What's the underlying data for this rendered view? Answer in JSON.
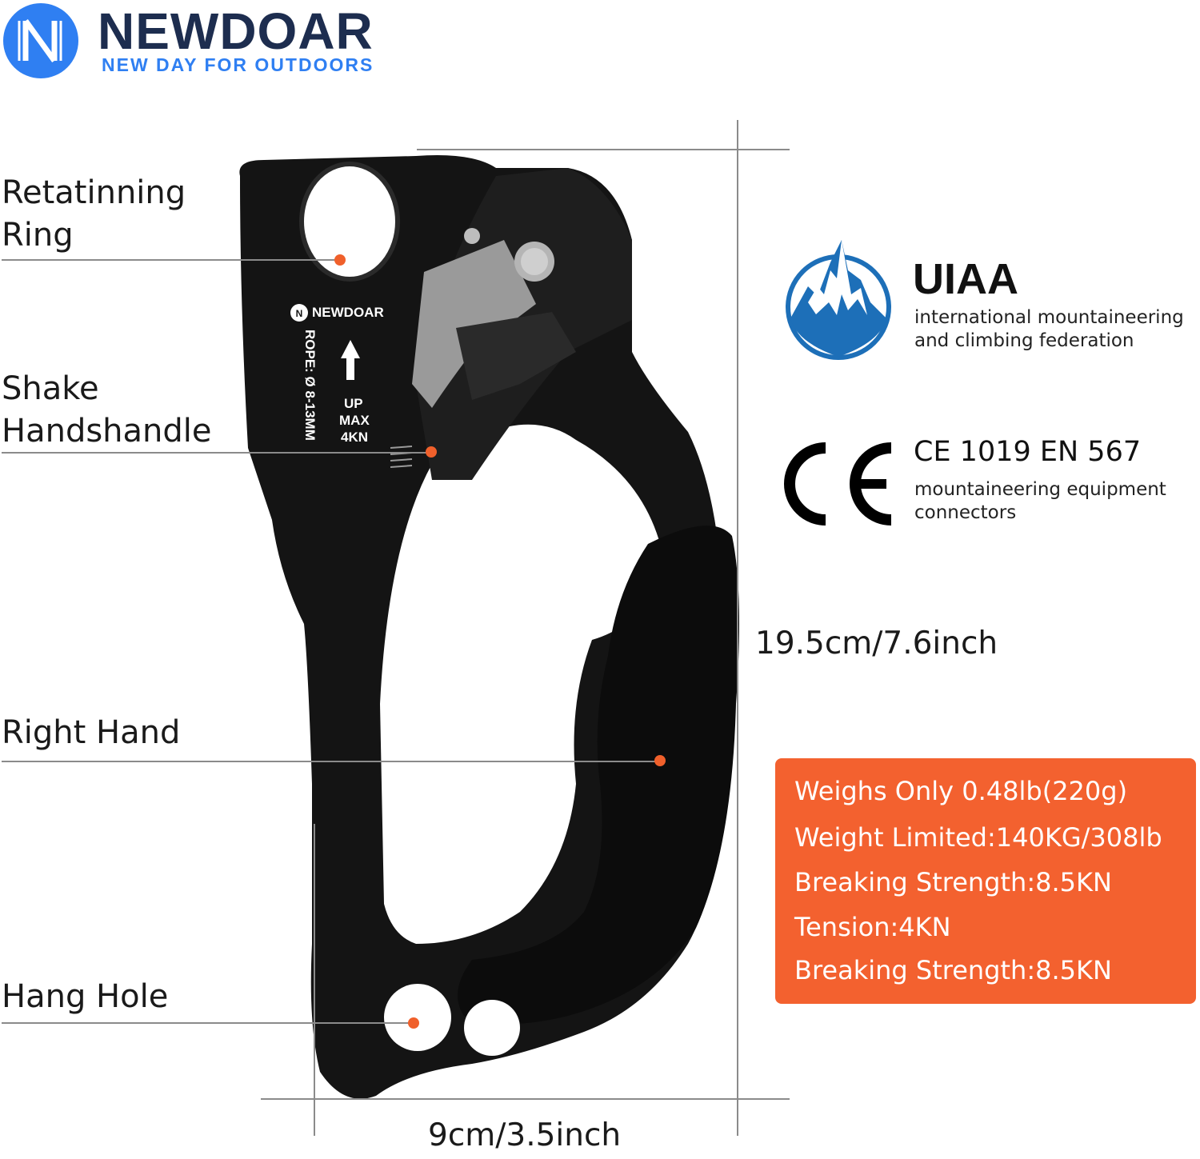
{
  "brand": {
    "name": "NEWDOAR",
    "tagline": "NEW DAY FOR OUTDOORS"
  },
  "callouts": {
    "retaining_ring": [
      "Retatinning",
      "Ring"
    ],
    "shake_handle": [
      "Shake",
      "Handshandle"
    ],
    "right_hand": "Right Hand",
    "hang_hole": "Hang Hole"
  },
  "device_engraving": {
    "brand": "NEWDOAR",
    "rope": "ROPE: Ø 8-13MM",
    "up": "UP",
    "max": "MAX",
    "load": "4KN"
  },
  "certifications": {
    "uiaa": {
      "title": "UIAA",
      "description": [
        "international mountaineering",
        "and climbing federation"
      ]
    },
    "ce": {
      "code": "CE 1019 EN 567",
      "description": [
        "mountaineering equipment",
        "connectors"
      ]
    }
  },
  "dimensions": {
    "height": "19.5cm/7.6inch",
    "width": "9cm/3.5inch"
  },
  "specs": [
    "Weighs Only 0.48lb(220g)",
    "Weight Limited:140KG/308lb",
    "Breaking Strength:8.5KN",
    "Tension:4KN",
    "Breaking Strength:8.5KN"
  ],
  "colors": {
    "brand_blue": "#2f7ff2",
    "brand_navy": "#1d2d4f",
    "accent_orange": "#f3612f",
    "device_black": "#141414",
    "uiaa_blue": "#1d6fb8"
  },
  "icons": {
    "brand_logo": "newdoar-logo-icon",
    "uiaa_logo": "uiaa-mountain-logo-icon",
    "ce_mark": "ce-mark-icon",
    "product": "rope-ascender-illustration"
  }
}
